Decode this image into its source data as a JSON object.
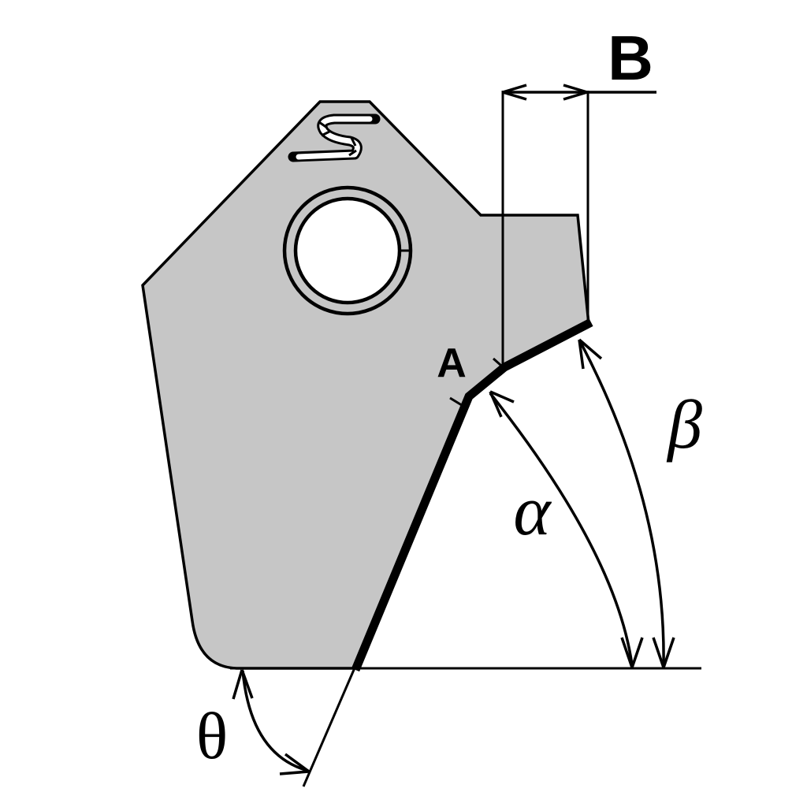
{
  "page": {
    "background": "#ffffff"
  },
  "diagram": {
    "description": "Cutting insert edge geometry drawing with land A, width B, clearance angles alpha and beta, and edge inclination angle theta",
    "colors": {
      "body_fill": "#c6c6c6",
      "line": "#000000",
      "hole_fill": "#ffffff"
    },
    "logo": {
      "letter": "S"
    },
    "labels": {
      "dimension_b": "B",
      "land_a": "A",
      "alpha": "α",
      "beta": "β",
      "theta": "θ"
    }
  }
}
